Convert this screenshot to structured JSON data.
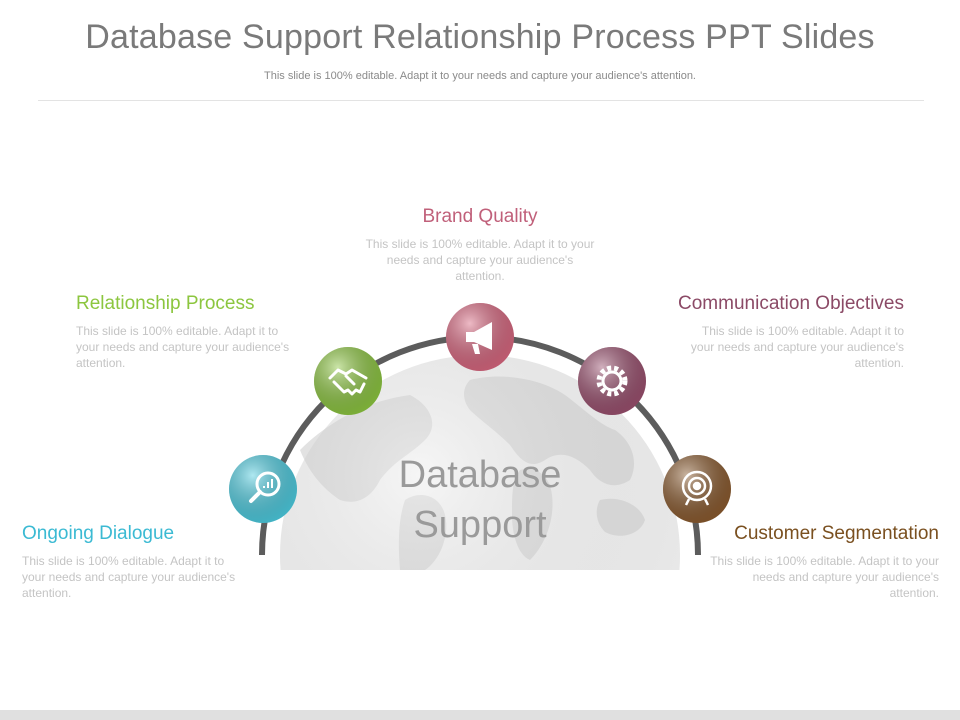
{
  "header": {
    "title": "Database Support Relationship Process PPT Slides",
    "subtitle": "This slide is 100% editable. Adapt it to your needs and capture your audience's attention."
  },
  "center": {
    "line1": "Database",
    "line2": "Support"
  },
  "nodes": [
    {
      "id": "ongoing-dialogue",
      "title": "Ongoing Dialogue",
      "body": "This slide is 100% editable. Adapt it to your needs and capture your audience's attention.",
      "color": "#4ccce0",
      "icon": "search-chart-icon"
    },
    {
      "id": "relationship-process",
      "title": "Relationship Process",
      "body": "This slide is 100% editable. Adapt it to your needs and capture your audience's attention.",
      "color": "#8cc63f",
      "icon": "handshake-icon"
    },
    {
      "id": "brand-quality",
      "title": "Brand Quality",
      "body": "This slide is 100% editable. Adapt it to your needs and capture your audience's attention.",
      "color": "#d8667f",
      "icon": "megaphone-icon"
    },
    {
      "id": "communication-objectives",
      "title": "Communication Objectives",
      "body": "This slide is 100% editable. Adapt it to your needs and capture your audience's attention.",
      "color": "#9a4f6e",
      "icon": "gear-icon"
    },
    {
      "id": "customer-segmentation",
      "title": "Customer Segmentation",
      "body": "This slide is 100% editable. Adapt it to your needs and capture your audience's attention.",
      "color": "#8a5a2e",
      "icon": "target-icon"
    }
  ],
  "colors": {
    "title": "#7a7a7a",
    "arc": "#5c5c5c",
    "globe": "#e9e9e9",
    "label_ongoing": "#3bbad3",
    "label_relationship": "#8cc63f",
    "label_brand": "#c0607a",
    "label_communication": "#8b4a66",
    "label_customer": "#7a5020"
  }
}
